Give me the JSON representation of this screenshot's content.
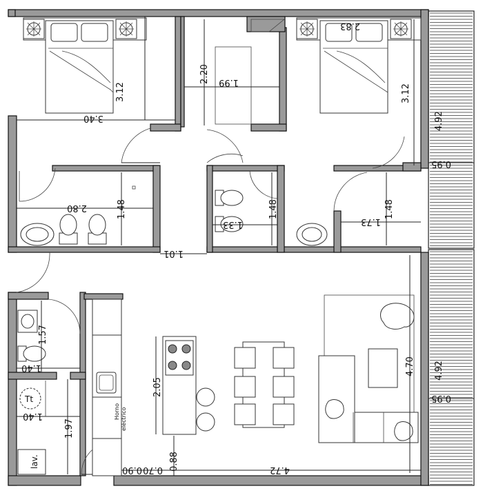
{
  "dimensions": {
    "bedroom1_width": "3.40",
    "bedroom1_depth": "3.12",
    "hall_depth": "2.20",
    "hall_width": "1.99",
    "bedroom2_width": "2.83",
    "bedroom2_depth": "3.12",
    "balcony_upper_length": "4.92",
    "balcony_upper_width": "0.95",
    "bath1_width": "2.80",
    "bath1_depth": "1.48",
    "bath2_width": "1.33",
    "bath2_depth": "1.48",
    "bath3_width": "1.73",
    "bath3_depth": "1.48",
    "corridor_width": "1.01",
    "living_depth": "4.70",
    "balcony_lower_length": "4.92",
    "balcony_lower_width": "0.95",
    "toilet_depth": "1.57",
    "toilet_width": "1.40",
    "laundry_width": "1.40",
    "laundry_depth": "1.97",
    "island_length": "2.05",
    "entry_depth": "0.88",
    "entry_a": "0.90",
    "entry_b": "0.70",
    "living_width": "4.72"
  },
  "labels": {
    "heater": "Tt",
    "laundry": "lav.",
    "oven_line1": "Horno",
    "oven_line2": "eléctrico"
  }
}
